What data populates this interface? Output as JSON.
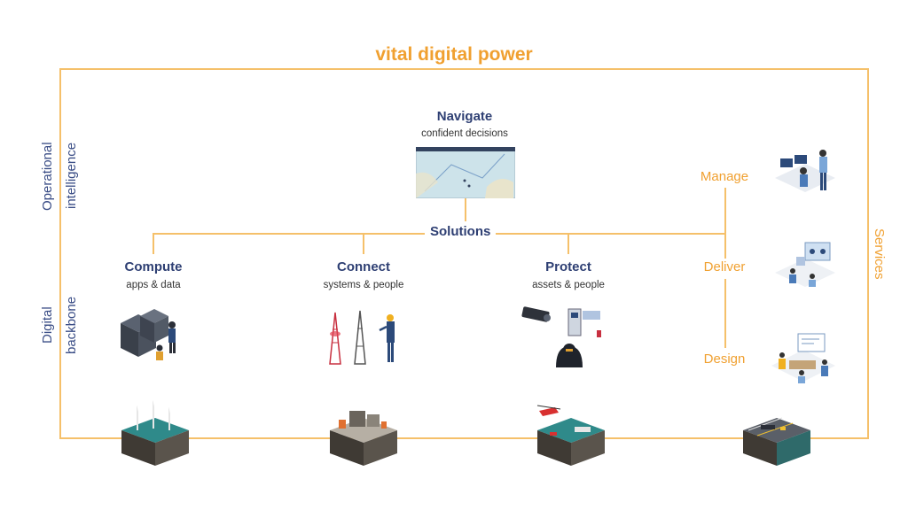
{
  "title": "vital digital power",
  "left_labels": {
    "operational": [
      "Operational",
      "intelligence"
    ],
    "digital": [
      "Digital",
      "backbone"
    ]
  },
  "right_label": "Services",
  "navigate": {
    "title": "Navigate",
    "subtitle": "confident decisions"
  },
  "solutions": "Solutions",
  "pillars": [
    {
      "title": "Compute",
      "subtitle": "apps & data"
    },
    {
      "title": "Connect",
      "subtitle": "systems & people"
    },
    {
      "title": "Protect",
      "subtitle": "assets & people"
    }
  ],
  "services": [
    "Manage",
    "Deliver",
    "Design"
  ],
  "colors": {
    "accent": "#f0a030",
    "navy": "#2e3f73",
    "frame": "#f5c06a"
  }
}
